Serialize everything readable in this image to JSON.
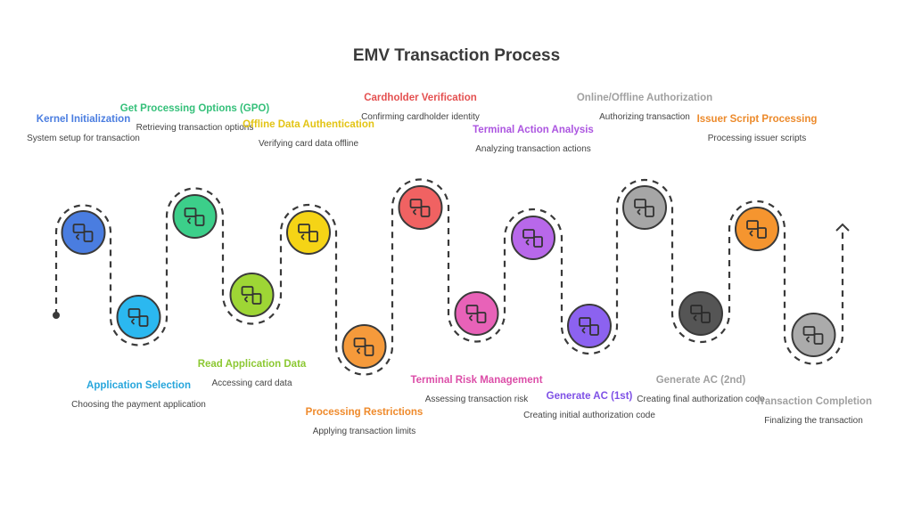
{
  "title": "EMV Transaction Process",
  "steps": [
    {
      "title": "Kernel Initialization",
      "desc": "System setup for transaction",
      "color": "#4a7de0",
      "title_color": "#4a7de0",
      "icon": "card-to-phone-icon"
    },
    {
      "title": "Application Selection",
      "desc": "Choosing the payment application",
      "color": "#2bb8f0",
      "title_color": "#27a6dc",
      "icon": "card-phone-exchange-icon"
    },
    {
      "title": "Get Processing Options (GPO)",
      "desc": "Retrieving transaction options",
      "color": "#3ccf8a",
      "title_color": "#35c07a",
      "icon": "phone-otp-icon"
    },
    {
      "title": "Read Application Data",
      "desc": "Accessing card data",
      "color": "#9ed635",
      "title_color": "#8cc832",
      "icon": "card-to-bag-icon"
    },
    {
      "title": "Offline Data Authentication",
      "desc": "Verifying card data offline",
      "color": "#f5d416",
      "title_color": "#e3c414",
      "icon": "document-alert-icon"
    },
    {
      "title": "Processing Restrictions",
      "desc": "Applying transaction limits",
      "color": "#f59a3b",
      "title_color": "#ef8a2b",
      "icon": "barrier-icon"
    },
    {
      "title": "Cardholder Verification",
      "desc": "Confirming cardholder identity",
      "color": "#f06262",
      "title_color": "#e45050",
      "icon": "user-card-icon"
    },
    {
      "title": "Terminal Risk Management",
      "desc": "Assessing transaction risk",
      "color": "#e862b8",
      "title_color": "#dc4ea8",
      "icon": "basket-warning-icon"
    },
    {
      "title": "Terminal Action Analysis",
      "desc": "Analyzing transaction actions",
      "color": "#b868ea",
      "title_color": "#ac55e0",
      "icon": "terminal-tap-icon"
    },
    {
      "title": "Generate AC (1st)",
      "desc": "Creating initial authorization code",
      "color": "#8c62f0",
      "title_color": "#7e50e6",
      "icon": "sign-in-icon"
    },
    {
      "title": "Online/Offline Authorization",
      "desc": "Authorizing transaction",
      "color": "#a6a6a6",
      "title_color": "#a0a0a0",
      "icon": "wallet-transfer-icon"
    },
    {
      "title": "Generate AC (2nd)",
      "desc": "Creating final authorization code",
      "color": "#555555",
      "title_color": "#a0a0a0",
      "icon": "lock-gear-icon"
    },
    {
      "title": "Issuer Script Processing",
      "desc": "Processing issuer scripts",
      "color": "#f5952f",
      "title_color": "#ec8a2b",
      "icon": "code-exchange-icon"
    },
    {
      "title": "Transaction Completion",
      "desc": "Finalizing the transaction",
      "color": "#ababab",
      "title_color": "#a0a0a0",
      "icon": "phone-calculator-icon"
    }
  ]
}
